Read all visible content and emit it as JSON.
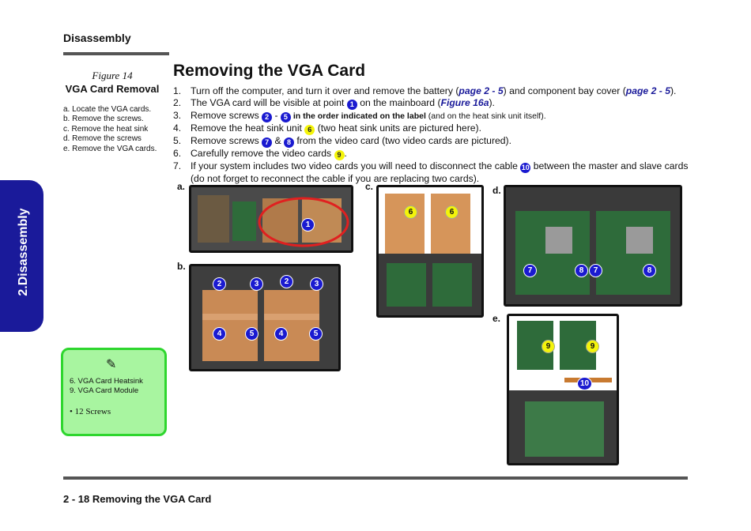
{
  "header": {
    "section": "Disassembly"
  },
  "side_tab": {
    "label": "2.Disassembly"
  },
  "figure": {
    "number": "Figure 14",
    "title": "VGA Card Removal",
    "steps": [
      "a. Locate the VGA cards.",
      "b. Remove the screws.",
      "c. Remove the  heat sink",
      "d. Remove the screws",
      "e. Remove the VGA cards."
    ]
  },
  "main": {
    "title": "Removing the VGA Card",
    "instructions": {
      "s1": {
        "num": "1.",
        "pre": "Turn off the computer, and turn it over and remove the battery (",
        "link1": "page 2 - 5",
        "mid": ") and component bay cover (",
        "link2": "page 2 - 5",
        "post": ")."
      },
      "s2": {
        "num": "2.",
        "pre": "The VGA card will be visible at point ",
        "badge": "1",
        "mid": " on the mainboard (",
        "link": "Figure 16a",
        "post": ")."
      },
      "s3": {
        "num": "3.",
        "pre": "Remove screws ",
        "badge1": "2",
        "dash": " - ",
        "badge2": "5",
        "bold": " in the order indicated on the label",
        "small": " (and on the heat sink unit itself)."
      },
      "s4": {
        "num": "4.",
        "pre": "Remove the heat sink unit ",
        "badge": "6",
        "post": " (two heat sink units are pictured here)."
      },
      "s5": {
        "num": "5.",
        "pre": "Remove screws ",
        "badge1": "7",
        "amp": " & ",
        "badge2": "8",
        "post": " from the video card (two video cards are pictured)."
      },
      "s6": {
        "num": "6.",
        "pre": "Carefully remove the video cards ",
        "badge": "9",
        "post": "."
      },
      "s7": {
        "num": "7.",
        "pre": "If your system includes two video cards you will need to disconnect the cable ",
        "badge": "10",
        "post": " between the master and slave cards (do not forget to reconnect the cable if you are replacing two cards)."
      }
    }
  },
  "photos": {
    "a": {
      "label": "a.",
      "callouts": [
        "1"
      ]
    },
    "b": {
      "label": "b.",
      "callouts": [
        "2",
        "3",
        "2",
        "3",
        "4",
        "5",
        "4",
        "5"
      ]
    },
    "c": {
      "label": "c.",
      "callouts": [
        "6",
        "6"
      ]
    },
    "d": {
      "label": "d.",
      "callouts": [
        "7",
        "8",
        "7",
        "8"
      ]
    },
    "e": {
      "label": "e.",
      "callouts": [
        "9",
        "9",
        "10"
      ]
    }
  },
  "note": {
    "icon": "pencil-icon",
    "items": [
      "6.   VGA Card Heatsink",
      "9.   VGA Card Module"
    ],
    "screws": "•    12 Screws"
  },
  "footer": {
    "page": "2  -  18  Removing the VGA Card"
  },
  "colors": {
    "accent_blue": "#1a1a9a",
    "callout_blue": "#1a1ad0",
    "callout_yellow": "#f4f40a",
    "note_green": "#a8f5a0",
    "note_border": "#2ed62e"
  }
}
